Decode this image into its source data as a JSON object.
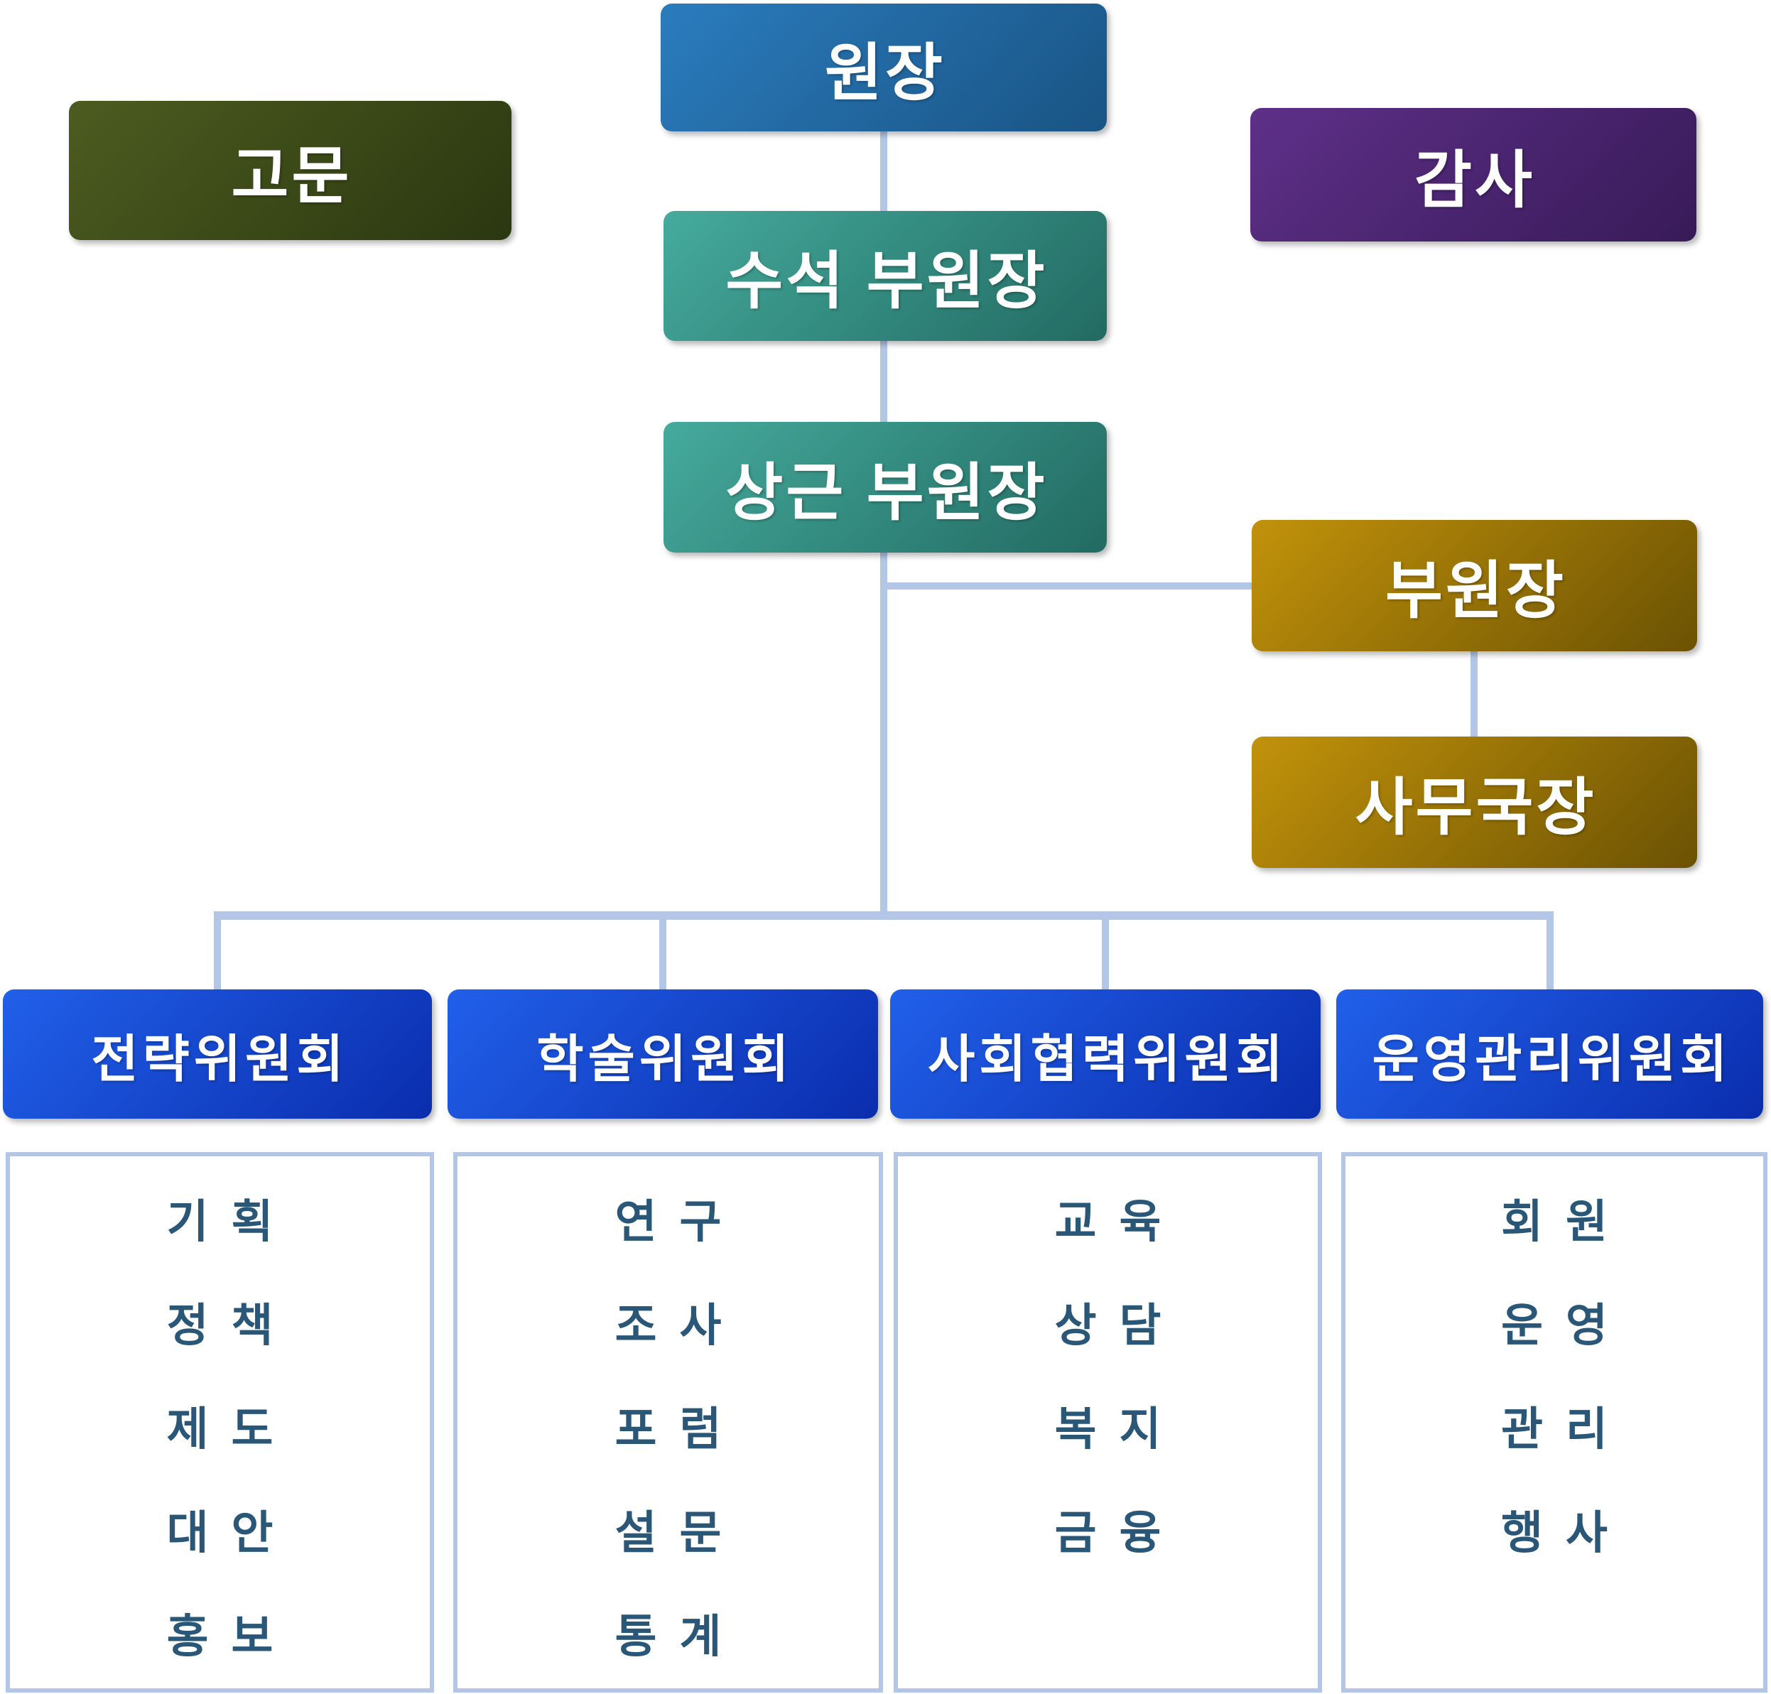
{
  "org_chart": {
    "nodes": {
      "director": "원장",
      "advisor": "고문",
      "auditor": "감사",
      "chief_deputy_director": "수석 부원장",
      "standing_deputy_director": "상근 부원장",
      "deputy_director": "부원장",
      "secretary_general": "사무국장"
    },
    "committees": [
      {
        "name": "전략위원회",
        "items": [
          "기획",
          "정책",
          "제도",
          "대안",
          "홍보"
        ]
      },
      {
        "name": "학술위원회",
        "items": [
          "연구",
          "조사",
          "포럼",
          "설문",
          "통계"
        ]
      },
      {
        "name": "사회협력위원회",
        "items": [
          "교육",
          "상담",
          "복지",
          "금융"
        ]
      },
      {
        "name": "운영관리위원회",
        "items": [
          "회원",
          "운영",
          "관리",
          "행사"
        ]
      }
    ],
    "colors": {
      "director_box_gradient": [
        "#2b7cbe",
        "#195484"
      ],
      "advisor_box_gradient": [
        "#4d5c20",
        "#2b3710"
      ],
      "auditor_box_gradient": [
        "#5e3089",
        "#381a58"
      ],
      "deputy_teal_gradient": [
        "#45ab9c",
        "#226a62"
      ],
      "deputy_gold_gradient": [
        "#c2920a",
        "#6b5203"
      ],
      "committee_header_gradient": [
        "#2160ea",
        "#0a2dad"
      ],
      "connector_line": "#b4c6e7",
      "panel_border": "#b4c6e7",
      "panel_text": "#2a5778",
      "box_text": "#ffffff"
    }
  }
}
